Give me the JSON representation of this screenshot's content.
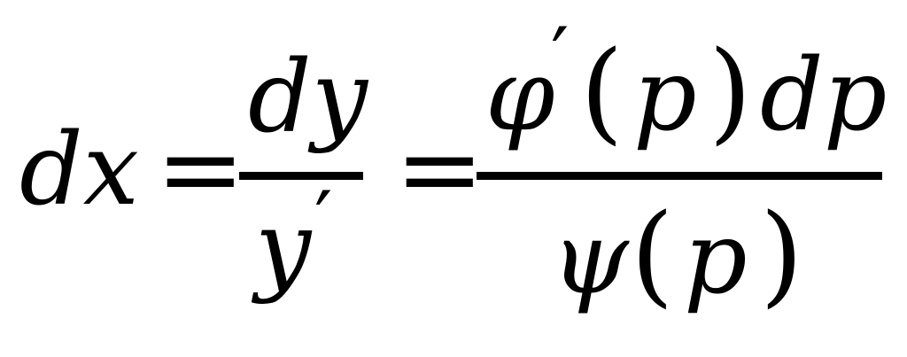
{
  "equation": {
    "lhs": "dx",
    "eq1": "=",
    "frac1": {
      "numerator": "dy",
      "denominator_base": "y",
      "denominator_prime": "′"
    },
    "eq2": "=",
    "frac2": {
      "num_phi": "φ",
      "num_prime": "′",
      "num_lparen": "(",
      "num_arg": "p",
      "num_rparen": ")",
      "num_dp": "dp",
      "den_psi": "ψ",
      "den_lparen": "(",
      "den_arg": "p",
      "den_rparen": ")"
    }
  }
}
